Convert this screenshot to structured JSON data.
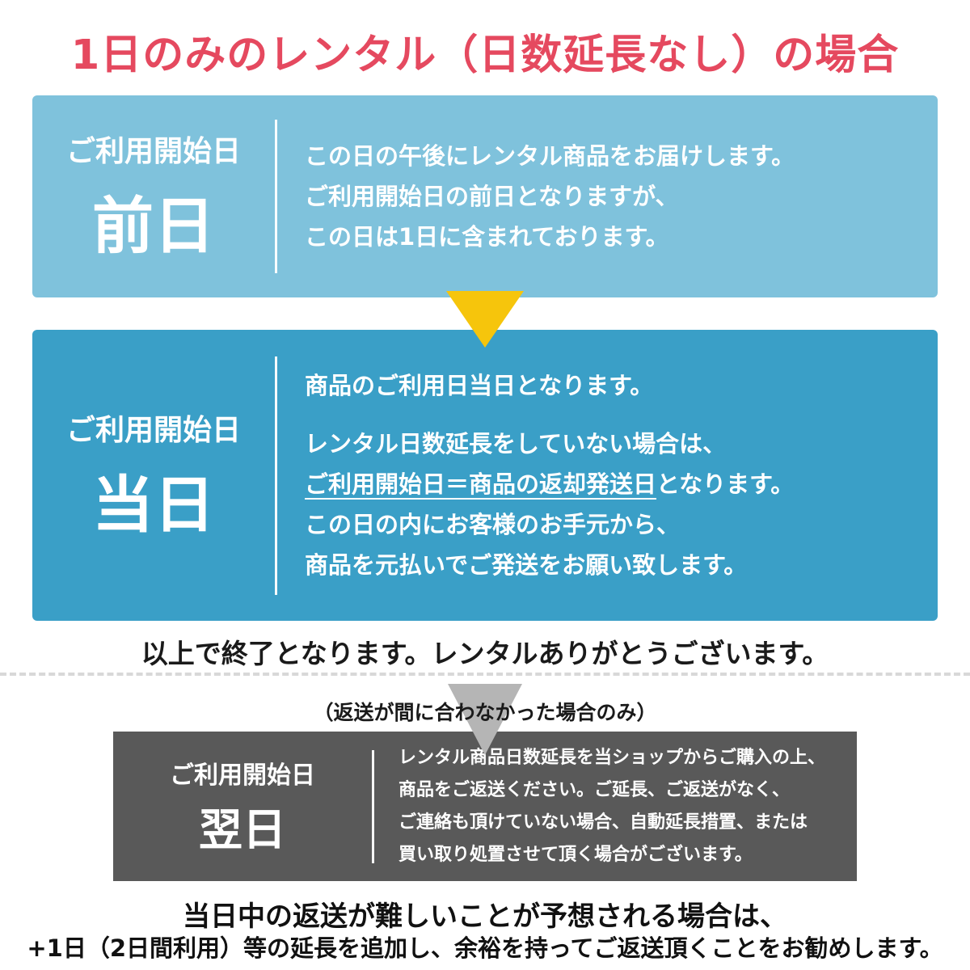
{
  "title": "1日のみのレンタル（日数延長なし）の場合",
  "colors": {
    "title_red": "#e5495f",
    "box_light_blue": "#7fc2dc",
    "box_blue": "#3a9fc7",
    "box_gray": "#595959",
    "arrow_yellow": "#f6c50c",
    "arrow_gray": "#b5b5b5"
  },
  "box_prev_day": {
    "label_top": "ご利用開始日",
    "label_big": "前日",
    "lines": [
      "この日の午後にレンタル商品をお届けします。",
      "ご利用開始日の前日となりますが、",
      "この日は1日に含まれております。"
    ]
  },
  "box_same_day": {
    "label_top": "ご利用開始日",
    "label_big": "当日",
    "line1": "商品のご利用日当日となります。",
    "line2": "レンタル日数延長をしていない場合は、",
    "line3_underline": "ご利用開始日＝商品の返却発送日",
    "line3_rest": "となります。",
    "line4": "この日の内にお客様のお手元から、",
    "line5": "商品を元払いでご発送をお願い致します。"
  },
  "closing_text": "以上で終了となります。レンタルありがとうございます。",
  "late_note": "（返送が間に合わなかった場合のみ）",
  "box_next_day": {
    "label_top": "ご利用開始日",
    "label_big": "翌日",
    "lines": [
      "レンタル商品日数延長を当ショップからご購入の上、",
      "商品をご返送ください。ご延長、ご返送がなく、",
      "ご連絡も頂けていない場合、自動延長措置、または",
      "買い取り処置させて頂く場合がございます。"
    ]
  },
  "footer": {
    "line1": "当日中の返送が難しいことが予想される場合は、",
    "line2": "+1日（2日間利用）等の延長を追加し、余裕を持ってご返送頂くことをお勧めします。"
  }
}
